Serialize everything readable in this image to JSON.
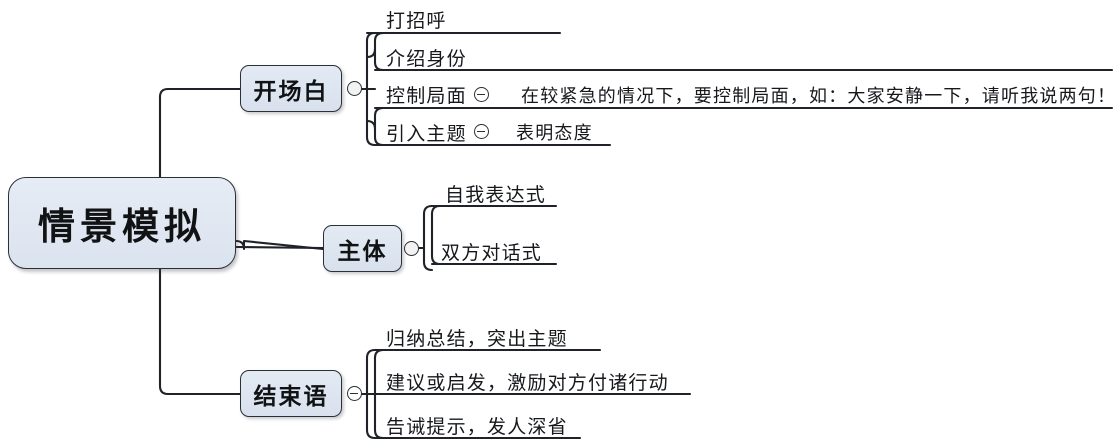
{
  "diagram": {
    "type": "mindmap",
    "title": "情景模拟",
    "root": {
      "label": "情景模拟"
    },
    "branches": [
      {
        "id": "opening",
        "label": "开场白",
        "toggle": "minus-circle",
        "children": [
          {
            "label": "打招呼",
            "toggle": null,
            "detail": null
          },
          {
            "label": "介绍身份",
            "toggle": null,
            "detail": null
          },
          {
            "label": "控制局面",
            "toggle": "minus-circle",
            "detail": "在较紧急的情况下，要控制局面，如：大家安静一下，请听我说两句！"
          },
          {
            "label": "引入主题",
            "toggle": "minus-circle",
            "detail": "表明态度"
          }
        ]
      },
      {
        "id": "main-body",
        "label": "主体",
        "toggle": "minus-circle",
        "children": [
          {
            "label": "自我表达式",
            "toggle": null,
            "detail": null
          },
          {
            "label": "双方对话式",
            "toggle": null,
            "detail": null
          }
        ]
      },
      {
        "id": "closing",
        "label": "结束语",
        "toggle": "minus-circle",
        "children": [
          {
            "label": "归纳总结，突出主题",
            "toggle": null,
            "detail": null
          },
          {
            "label": "建议或启发，激励对方付诸行动",
            "toggle": null,
            "detail": null
          },
          {
            "label": "告诫提示，发人深省",
            "toggle": null,
            "detail": null
          }
        ]
      }
    ],
    "colors": {
      "node_fill": "#dfe6f0",
      "node_border": "#2b2f36",
      "connector": "#1f2228",
      "text": "#101214",
      "background": "#ffffff"
    }
  }
}
